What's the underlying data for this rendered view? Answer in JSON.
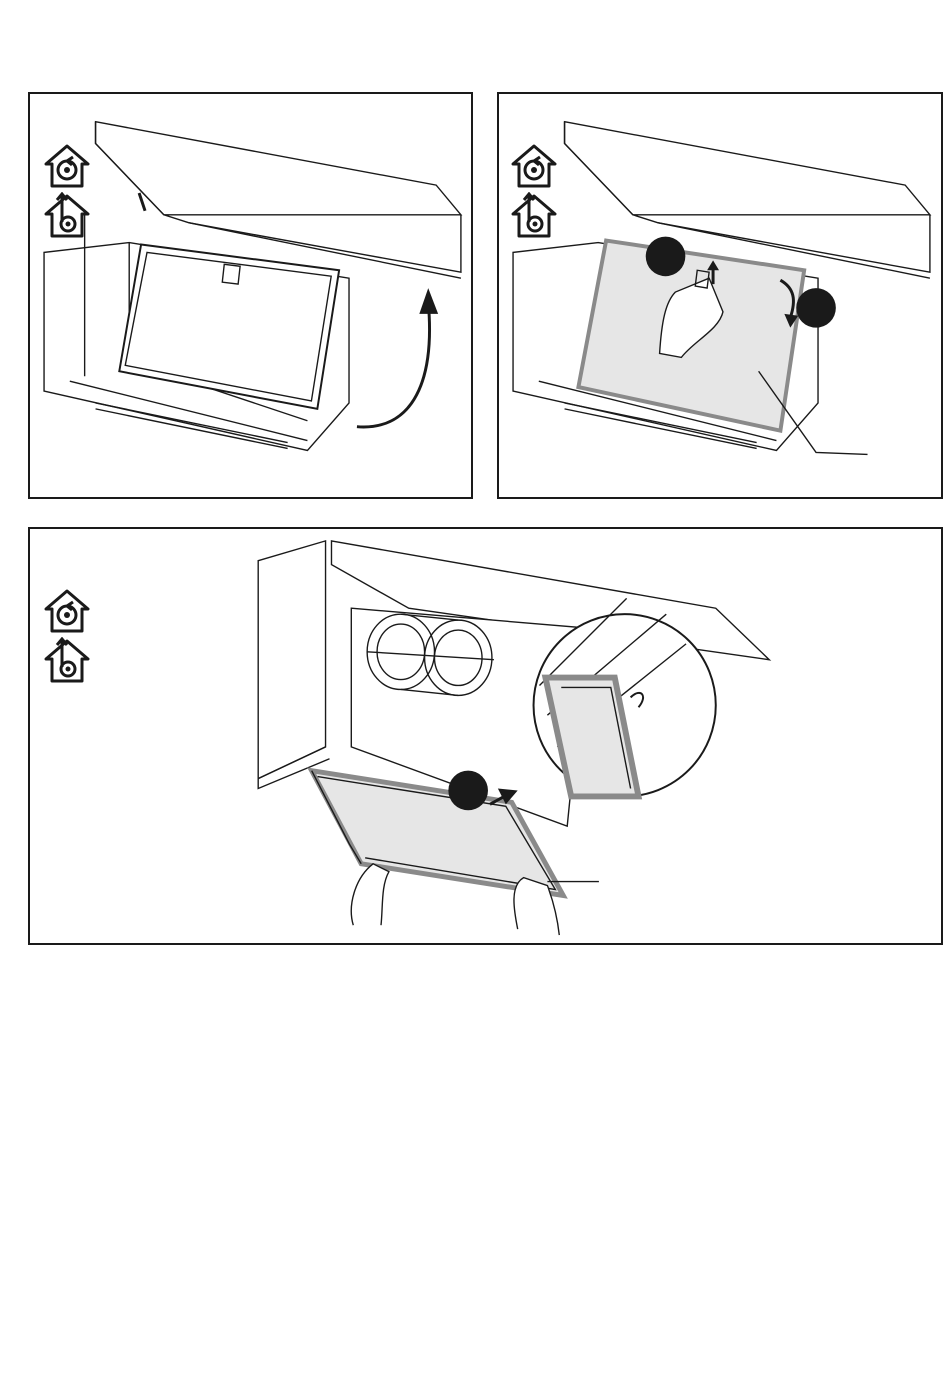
{
  "colors": {
    "line": "#1a1a1a",
    "filter_fill": "#e6e6e6",
    "filter_frame": "#8a8a8a",
    "step_marker": "#1a1a1a",
    "background": "#ffffff"
  },
  "panels": [
    {
      "icons": [
        "recirculation-mode-icon",
        "extraction-mode-icon"
      ],
      "content": "hood-cover-opened-upward"
    },
    {
      "icons": [
        "recirculation-mode-icon",
        "extraction-mode-icon"
      ],
      "content": "filter-latch-released-and-filter-tilted-down",
      "step_markers": 2
    },
    {
      "icons": [
        "recirculation-mode-icon",
        "extraction-mode-icon"
      ],
      "content": "filter-removed-by-hand-with-detail-magnifier",
      "step_markers": 1
    }
  ]
}
